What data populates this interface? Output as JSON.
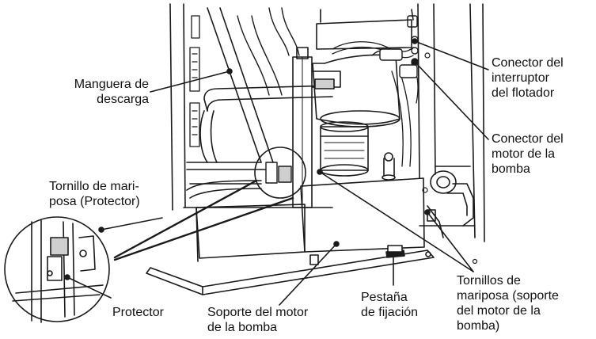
{
  "labels": {
    "manguera": [
      "Manguera de",
      "descarga"
    ],
    "conector_interruptor": [
      "Conector del",
      "interruptor",
      "del flotador"
    ],
    "conector_motor": [
      "Conector del",
      "motor de la",
      "bomba"
    ],
    "tornillo_mariposa": [
      "Tornillo de mari-",
      "posa (Protector)"
    ],
    "protector": [
      "Protector"
    ],
    "soporte_motor": [
      "Soporte del motor",
      "de la bomba"
    ],
    "pestana": [
      "Pestaña",
      "de fijación"
    ],
    "tornillos_mariposa": [
      "Tornillos de",
      "mariposa (soporte",
      "del motor de la",
      "bomba)"
    ]
  },
  "colors": {
    "line": "#1a1a1a",
    "fill": "#ffffff",
    "shade": "#cfcfcf"
  }
}
